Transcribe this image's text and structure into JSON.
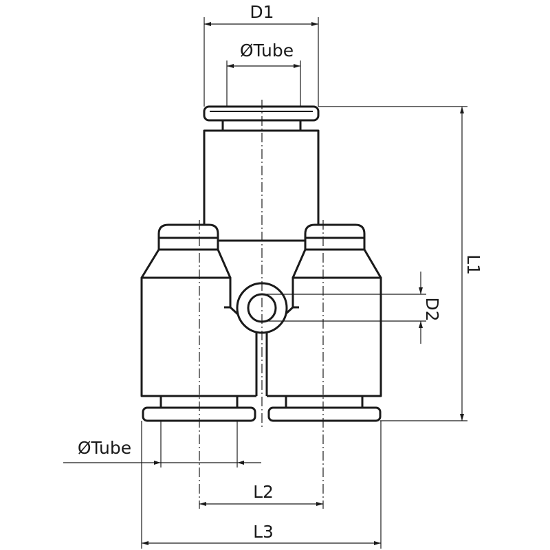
{
  "drawing": {
    "title": "Y push-in fitting dimension drawing",
    "dimensions": {
      "d1": "D1",
      "tube_top": "ØTube",
      "l1": "L1",
      "d2": "D2",
      "tube_bottom": "ØTube",
      "l2": "L2",
      "l3": "L3"
    },
    "line_color": "#1a1a1a"
  }
}
